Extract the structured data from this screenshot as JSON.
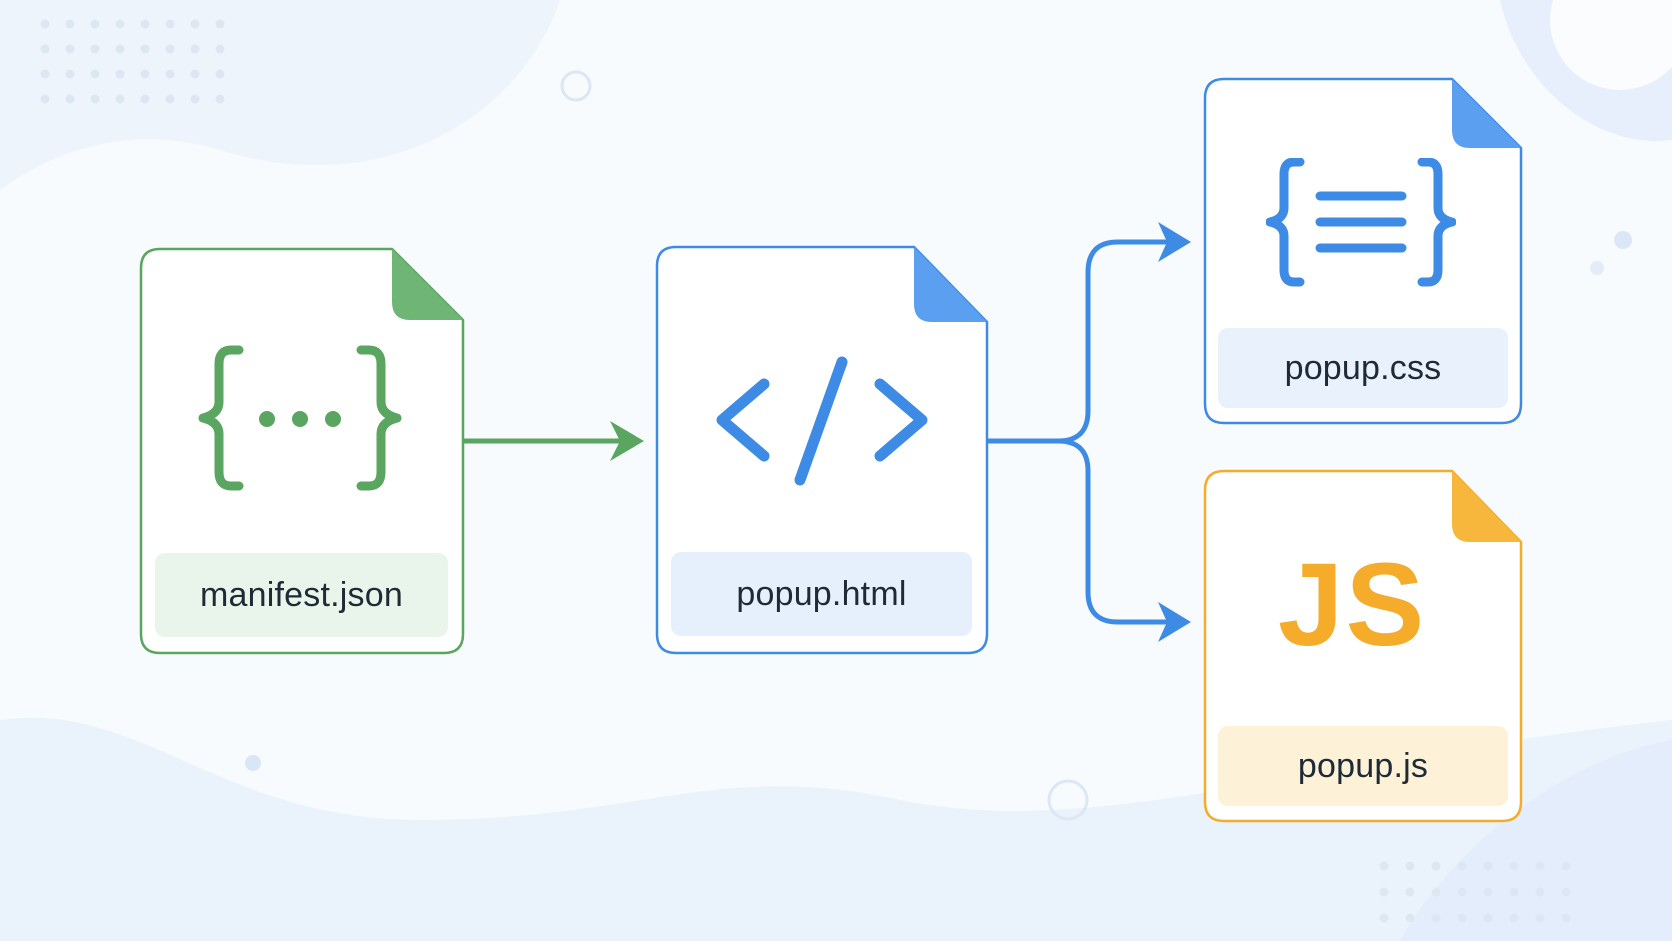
{
  "colors": {
    "json": "#5aa55f",
    "json_fold": "#6fb576",
    "json_label_bg": "#e9f4ea",
    "html": "#3e8be6",
    "html_fold": "#5a9ff0",
    "html_label_bg": "#e6f0fc",
    "css": "#3e8be6",
    "css_fold": "#5a9ff0",
    "css_label_bg": "#e8f1fc",
    "js": "#f5ac2b",
    "js_fold": "#f7b73d",
    "js_label_bg": "#fdf1d8",
    "arrow_green": "#5aa55f",
    "arrow_blue": "#3e8be6",
    "text": "#1f2a37"
  },
  "icons": {
    "manifest": "curly-braces-ellipsis-icon",
    "html": "code-tag-icon",
    "css": "curly-braces-lines-icon",
    "js": "js-letters-icon"
  },
  "files": {
    "manifest": {
      "label": "manifest.json"
    },
    "html": {
      "label": "popup.html"
    },
    "css": {
      "label": "popup.css"
    },
    "js": {
      "label": "popup.js",
      "icon_text": "JS"
    }
  }
}
